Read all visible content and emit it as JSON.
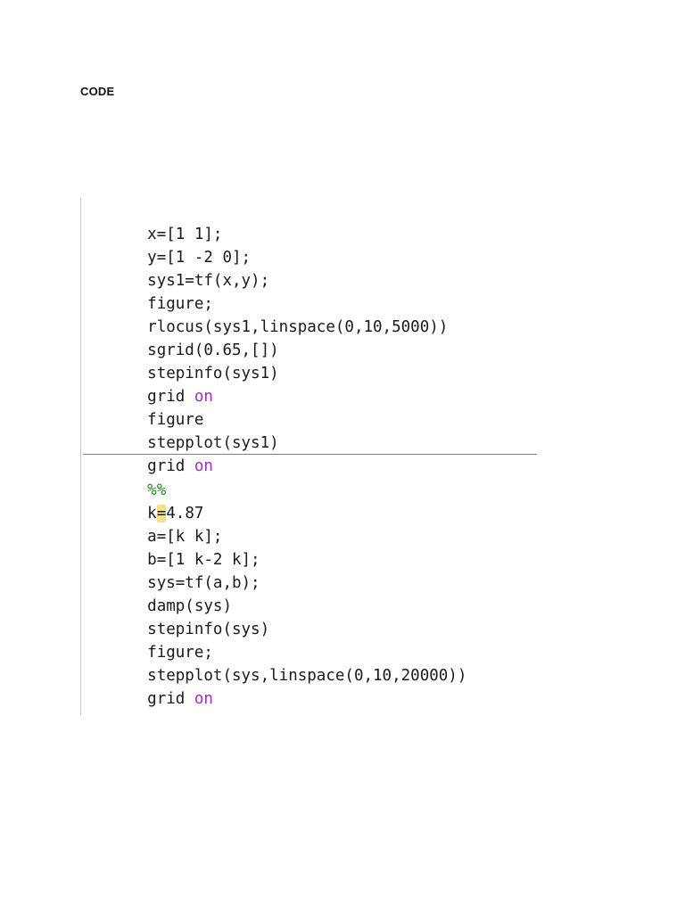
{
  "heading": "CODE",
  "code": {
    "lines": [
      {
        "pre": "x=[1 1];"
      },
      {
        "pre": "y=[1 -2 0];"
      },
      {
        "pre": "sys1=tf(x,y);"
      },
      {
        "pre": "figure;"
      },
      {
        "pre": "rlocus(sys1,linspace(0,10,5000))"
      },
      {
        "pre": "sgrid(0.65,[])"
      },
      {
        "pre": "stepinfo(sys1)"
      },
      {
        "pre": "grid ",
        "kw": "on"
      },
      {
        "pre": "figure"
      },
      {
        "pre": "stepplot(sys1)"
      },
      {
        "pre": "grid ",
        "kw": "on"
      },
      {
        "comment": "%%"
      },
      {
        "pre": "k",
        "mark": "=",
        "post": "4.87"
      },
      {
        "pre": "a=[k k];"
      },
      {
        "pre": "b=[1 k-2 k];"
      },
      {
        "pre": "sys=tf(a,b);"
      },
      {
        "pre": "damp(sys)"
      },
      {
        "pre": "stepinfo(sys)"
      },
      {
        "pre": "figure;"
      },
      {
        "pre": "stepplot(sys,linspace(0,10,20000))"
      },
      {
        "pre": "grid ",
        "kw": "on"
      }
    ]
  },
  "colors": {
    "keyword": "#9b2ec9",
    "comment": "#218a21",
    "cell_divider": "#3a9e86",
    "cursor_highlight": "#f2e08a"
  }
}
